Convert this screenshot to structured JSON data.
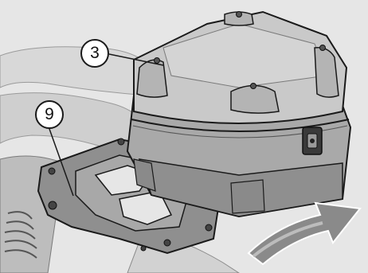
{
  "callouts": [
    {
      "id": "top-case",
      "label": "3"
    },
    {
      "id": "luggage-rack-plate",
      "label": "9"
    }
  ],
  "colors": {
    "background": "#e6e6e6",
    "case_light": "#c9c9c9",
    "case_mid": "#a9a9a9",
    "case_dark": "#6f6f6f",
    "rack": "#8a8a8a",
    "outline": "#1a1a1a",
    "arrow": "#777777"
  }
}
